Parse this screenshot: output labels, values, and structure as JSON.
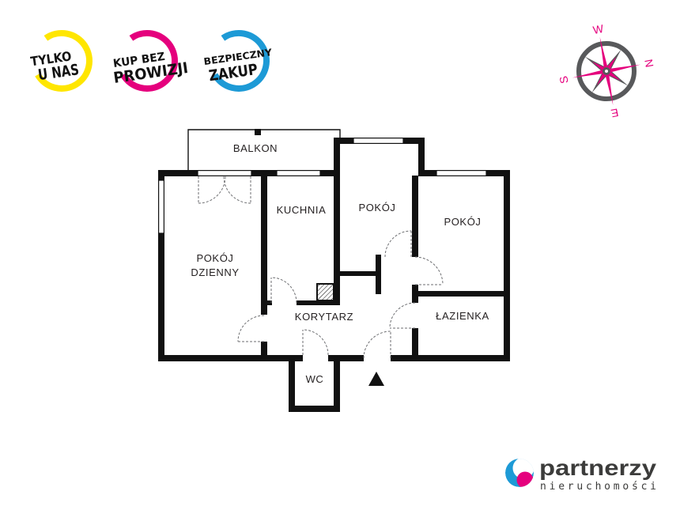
{
  "badges": [
    {
      "line1": "TYLKO",
      "line2": "U NAS",
      "color": "#ffe600"
    },
    {
      "line1": "KUP BEZ",
      "line2": "PROWIZJI",
      "color": "#e5007d"
    },
    {
      "line1": "BEZPIECZNY",
      "line2": "ZAKUP",
      "color": "#1d9ad6"
    }
  ],
  "compass": {
    "icon": "compass-rose-icon",
    "west": "W",
    "north": "N",
    "east": "E",
    "south": "S",
    "accent_color": "#e5007d",
    "ring_color": "#58595b"
  },
  "floor_plan": {
    "labels": {
      "balcony": "BALKON",
      "kitchen": "KUCHNIA",
      "room_middle": "POKÓJ",
      "room_right": "POKÓJ",
      "living_room": [
        "POKÓJ",
        "DZIENNY"
      ],
      "corridor": "KORYTARZ",
      "bathroom": "ŁAZIENKA",
      "wc": "WC"
    },
    "entrance_icon": "entrance-triangle-icon"
  },
  "logo": {
    "icon": "partnerzy-logo-icon",
    "name": "partnerzy",
    "tagline": "nieruchomości",
    "colors": {
      "blue": "#1d9ad6",
      "magenta": "#e5007d",
      "text": "#3c3c3b"
    }
  }
}
